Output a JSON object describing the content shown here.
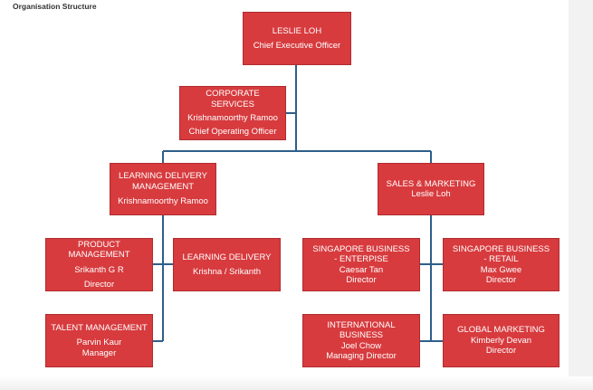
{
  "page": {
    "title": "Organisation Structure"
  },
  "colors": {
    "box_fill": "#d73b3e",
    "box_border": "#b02c2f",
    "box_text": "#ffffff",
    "connector": "#2e5f8a"
  },
  "org": {
    "ceo": {
      "name": "LESLIE LOH",
      "role": "Chief Executive Officer"
    },
    "corporate": {
      "dept": "CORPORATE SERVICES",
      "name": "Krishnamoorthy Ramoo",
      "role": "Chief Operating Officer"
    },
    "ldm": {
      "dept": "LEARNING DELIVERY\nMANAGEMENT",
      "name": "Krishnamoorthy Ramoo"
    },
    "sales": {
      "dept": "SALES & MARKETING",
      "name": "Leslie Loh"
    },
    "product": {
      "dept": "PRODUCT MANAGEMENT",
      "name": "Srikanth G R",
      "role": "Director"
    },
    "delivery": {
      "dept": "LEARNING DELIVERY",
      "name": "Krishna / Srikanth"
    },
    "talent": {
      "dept": "TALENT MANAGEMENT",
      "name": "Parvin Kaur",
      "role": "Manager"
    },
    "sg_enterprise": {
      "dept": "SINGAPORE BUSINESS\n- ENTERPISE",
      "name": "Caesar Tan",
      "role": "Director"
    },
    "sg_retail": {
      "dept": "SINGAPORE BUSINESS\n- RETAIL",
      "name": "Max Gwee",
      "role": "Director"
    },
    "international": {
      "dept": "INTERNATIONAL BUSINESS",
      "name": "Joel Chow",
      "role": "Managing Director"
    },
    "global_marketing": {
      "dept": "GLOBAL MARKETING",
      "name": "Kimberly Devan",
      "role": "Director"
    }
  }
}
